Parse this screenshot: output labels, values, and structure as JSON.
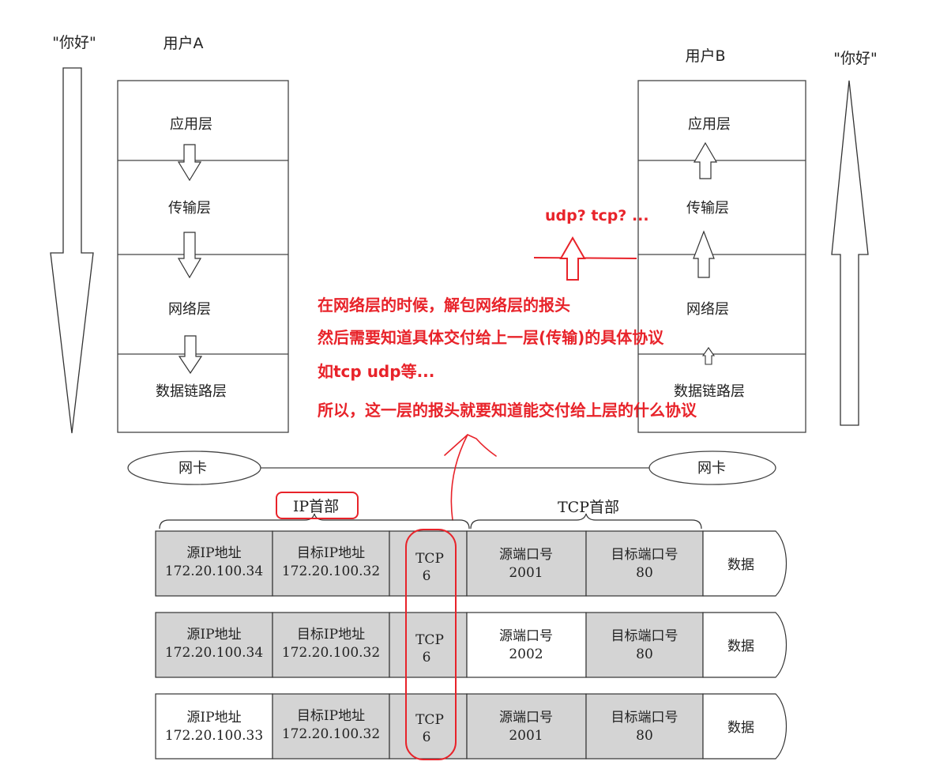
{
  "left_stack": {
    "greeting": "\"你好\"",
    "user_label": "用户A",
    "layers": [
      "应用层",
      "传输层",
      "网络层",
      "数据链路层"
    ]
  },
  "right_stack": {
    "greeting": "\"你好\"",
    "user_label": "用户B",
    "layers": [
      "应用层",
      "传输层",
      "网络层",
      "数据链路层"
    ]
  },
  "nic": {
    "left_label": "网卡",
    "right_label": "网卡"
  },
  "annotation": {
    "question": "udp? tcp? ...",
    "lines": [
      "在网络层的时候，解包网络层的报头",
      "然后需要知道具体交付给上一层(传输)的具体协议",
      "如tcp udp等...",
      "所以，这一层的报头就要知道能交付给上层的什么协议"
    ],
    "color": "#e8232a"
  },
  "packet": {
    "ip_header_label": "IP首部",
    "tcp_header_label": "TCP首部",
    "rows": [
      {
        "src_ip_label": "源IP地址",
        "src_ip": "172.20.100.34",
        "src_ip_shaded": true,
        "dst_ip_label": "目标IP地址",
        "dst_ip": "172.20.100.32",
        "dst_ip_shaded": true,
        "protocol_label": "TCP",
        "protocol_num": "6",
        "src_port_label": "源端口号",
        "src_port": "2001",
        "src_port_shaded": true,
        "dst_port_label": "目标端口号",
        "dst_port": "80",
        "dst_port_shaded": true,
        "data_label": "数据"
      },
      {
        "src_ip_label": "源IP地址",
        "src_ip": "172.20.100.34",
        "src_ip_shaded": true,
        "dst_ip_label": "目标IP地址",
        "dst_ip": "172.20.100.32",
        "dst_ip_shaded": true,
        "protocol_label": "TCP",
        "protocol_num": "6",
        "src_port_label": "源端口号",
        "src_port": "2002",
        "src_port_shaded": false,
        "dst_port_label": "目标端口号",
        "dst_port": "80",
        "dst_port_shaded": true,
        "data_label": "数据"
      },
      {
        "src_ip_label": "源IP地址",
        "src_ip": "172.20.100.33",
        "src_ip_shaded": false,
        "dst_ip_label": "目标IP地址",
        "dst_ip": "172.20.100.32",
        "dst_ip_shaded": true,
        "protocol_label": "TCP",
        "protocol_num": "6",
        "src_port_label": "源端口号",
        "src_port": "2001",
        "src_port_shaded": true,
        "dst_port_label": "目标端口号",
        "dst_port": "80",
        "dst_port_shaded": true,
        "data_label": "数据"
      }
    ],
    "shade_color": "#d4d4d4"
  }
}
